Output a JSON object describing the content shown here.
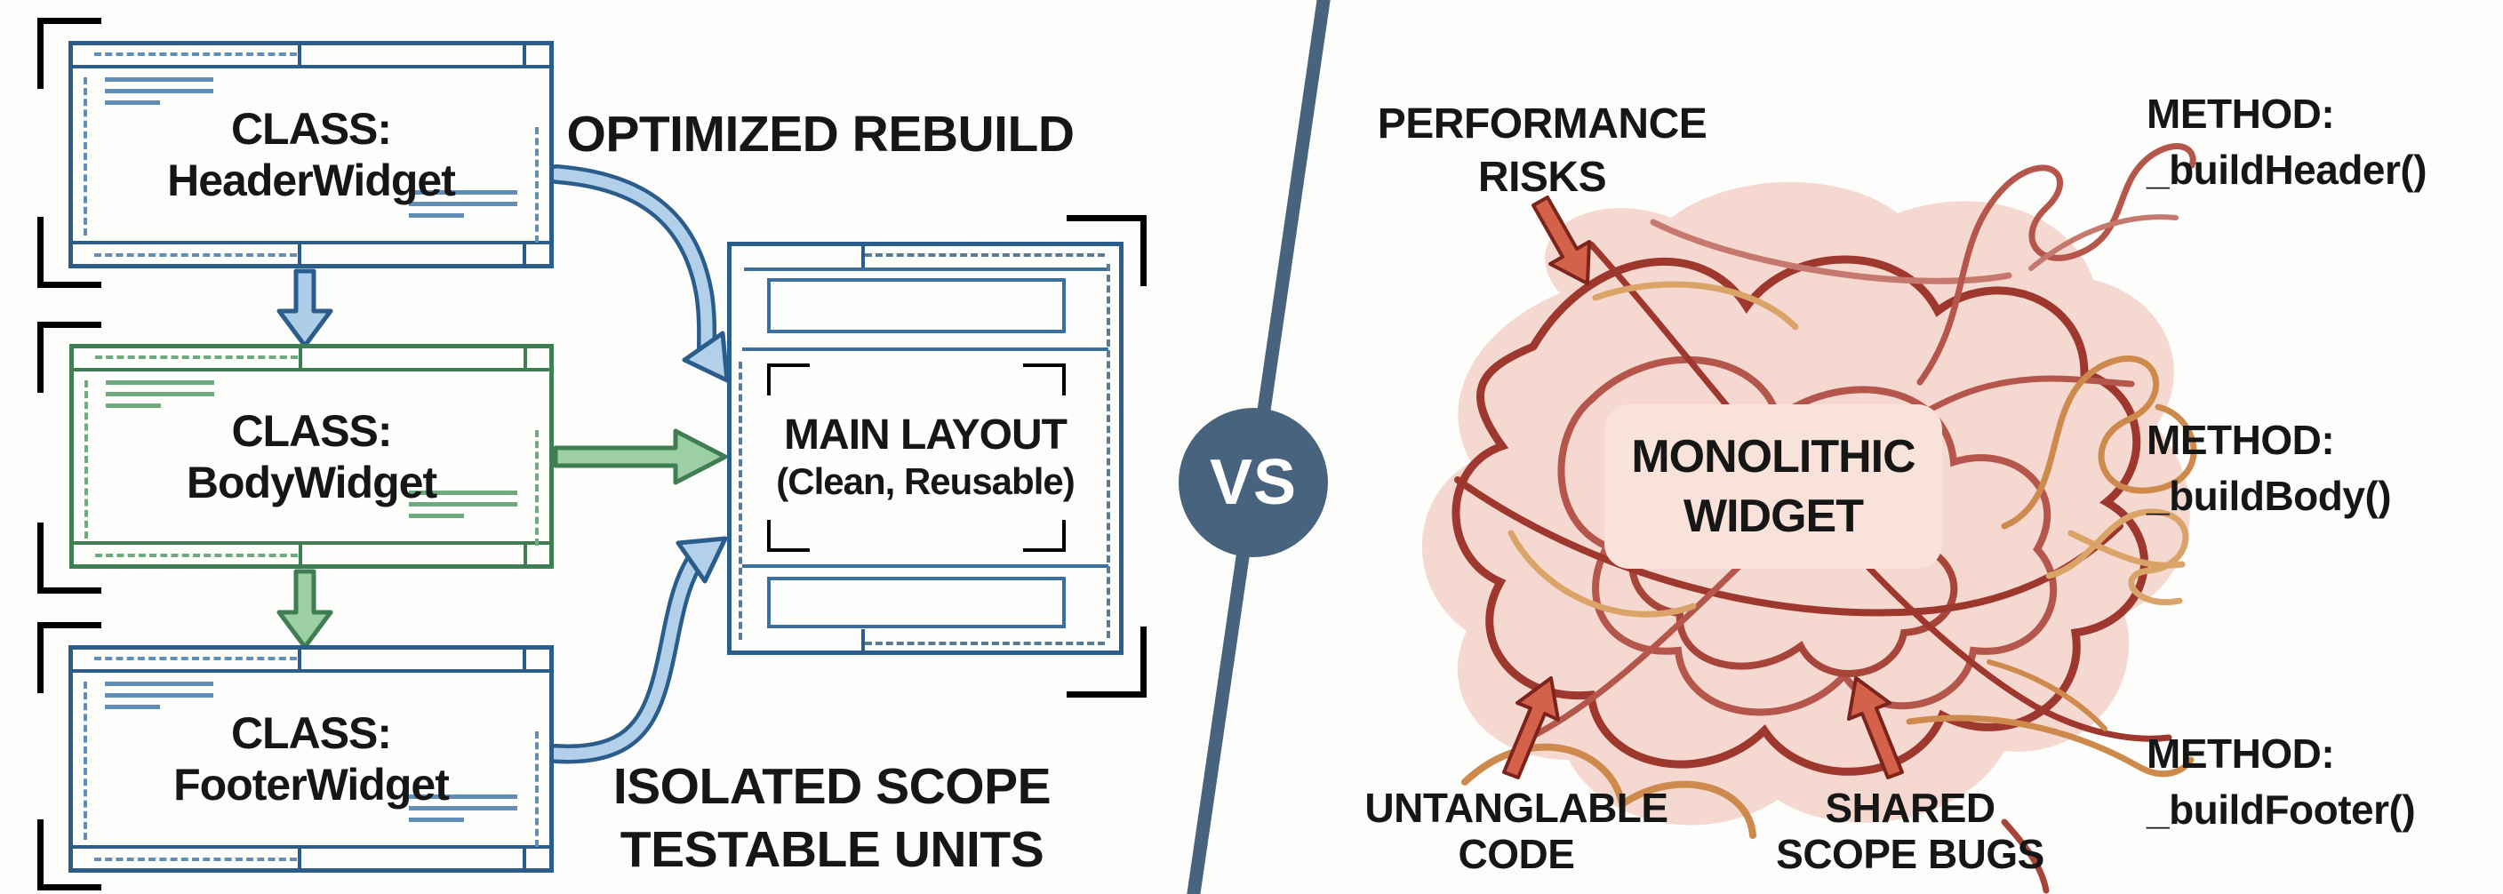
{
  "left": {
    "class_boxes": [
      {
        "line1": "CLASS:",
        "line2": "HeaderWidget"
      },
      {
        "line1": "CLASS:",
        "line2": "BodyWidget"
      },
      {
        "line1": "CLASS:",
        "line2": "FooterWidget"
      }
    ],
    "optimized_label": "OPTIMIZED REBUILD",
    "isolated_line1": "ISOLATED SCOPE",
    "isolated_line2": "TESTABLE UNITS",
    "main_layout": {
      "title": "MAIN LAYOUT",
      "subtitle": "(Clean, Reusable)"
    }
  },
  "divider": {
    "vs": "VS"
  },
  "right": {
    "performance_line1": "PERFORMANCE",
    "performance_line2": "RISKS",
    "monolithic_line1": "MONOLITHIC",
    "monolithic_line2": "WIDGET",
    "untanglable_line1": "UNTANGLABLE",
    "untanglable_line2": "CODE",
    "shared_line1": "SHARED",
    "shared_line2": "SCOPE BUGS",
    "methods": [
      {
        "label": "METHOD:",
        "name": "_buildHeader()"
      },
      {
        "label": "METHOD:",
        "name": "_buildBody()"
      },
      {
        "label": "METHOD:",
        "name": "_buildFooter()"
      }
    ]
  },
  "colors": {
    "background": "#fdfdfb",
    "blue": "#2b5d8c",
    "blue_light": "#5f8fb9",
    "blue_arrow_fill": "#aecde9",
    "green": "#3f7e52",
    "green_light": "#6fa97e",
    "green_arrow_fill": "#9ccfa3",
    "slate": "#47637d",
    "red_dark": "#9e372e",
    "red_mid": "#b5564c",
    "orange": "#cd8a4c",
    "pink_blob": "#f5d8cf",
    "pink_label": "#f8e2d9",
    "red_arrow_fill": "#d4624b",
    "red_arrow_stroke": "#7c241b",
    "text": "#161616"
  }
}
